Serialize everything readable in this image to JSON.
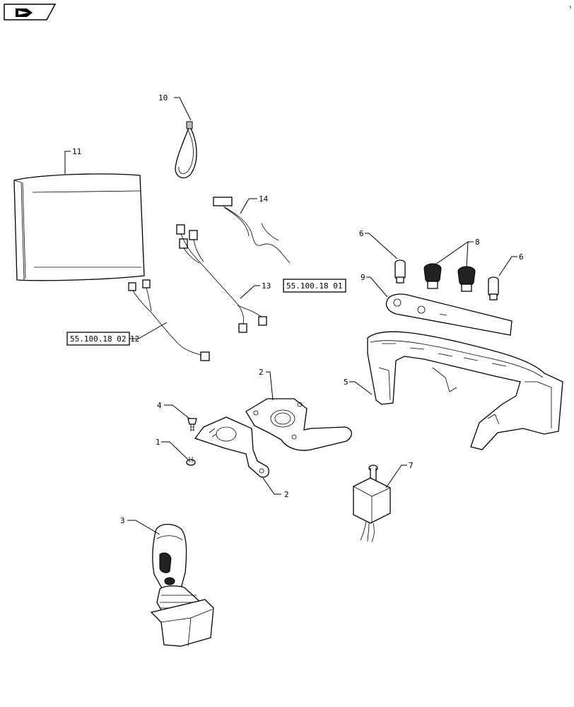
{
  "nav_icon": "book-arrow-icon",
  "callouts": {
    "c1": "1",
    "c2a": "2",
    "c2b": "2",
    "c3": "3",
    "c4": "4",
    "c5": "5",
    "c6a": "6",
    "c6b": "6",
    "c7": "7",
    "c8": "8",
    "c9": "9",
    "c10": "10",
    "c11": "11",
    "c12": "12",
    "c13": "13",
    "c14": "14"
  },
  "references": {
    "ref_a": "55.100.18 01",
    "ref_b": "55.100.18 02"
  }
}
